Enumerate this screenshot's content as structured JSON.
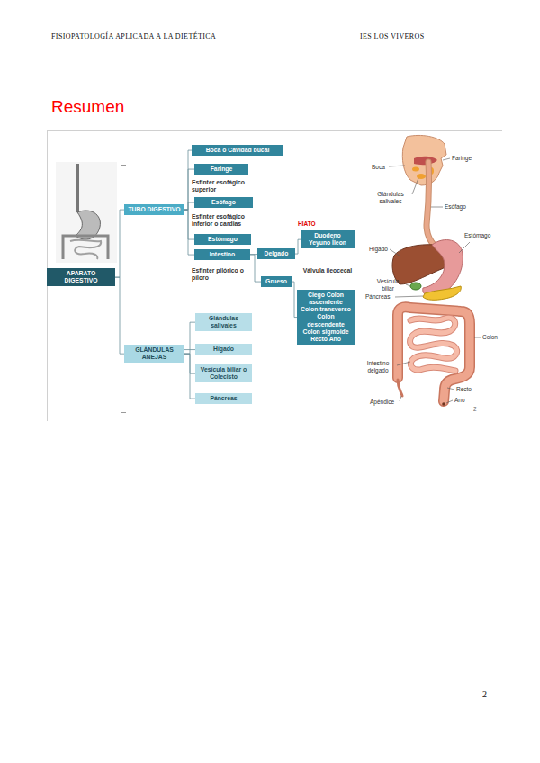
{
  "diagram": {
    "title": "Resumen",
    "nodes": [
      {
        "text": [
          "APARATO DIGESTIVO"
        ]
      },
      {
        "text": [
          "TUBO DIGESTIVO"
        ]
      },
      {
        "text": [
          "Boca o Cavidad bucal"
        ]
      },
      {
        "text": [
          "Faringe"
        ]
      },
      {
        "text": [
          "Esófago"
        ]
      },
      {
        "text": [
          "Estómago"
        ]
      },
      {
        "text": [
          "Intestino"
        ]
      },
      {
        "text": [
          "Delgado"
        ]
      },
      {
        "text": [
          "Grueso"
        ]
      },
      {
        "text": [
          "Duodeno Yeyuno Íleon"
        ]
      },
      {
        "text": [
          "Ciego Colon ascendente Colon transverso Colon descendente Colon sigmoide Recto Ano"
        ]
      },
      {
        "text": [
          "GLÁNDULAS ANEJAS"
        ]
      },
      {
        "text": [
          "Glándulas salivales"
        ]
      },
      {
        "text": [
          "Hígado"
        ]
      },
      {
        "text": [
          "Vesícula biliar o Colecisto"
        ]
      },
      {
        "text": [
          "Páncreas"
        ]
      }
    ],
    "edges": [
      {
        "from": 0,
        "to": 1,
        "arrow": "none"
      },
      {
        "from": 0,
        "to": 11,
        "arrow": "none"
      },
      {
        "from": 1,
        "to": 2,
        "arrow": "none"
      },
      {
        "from": 1,
        "to": 3,
        "arrow": "none"
      },
      {
        "from": 1,
        "to": 4,
        "arrow": "none"
      },
      {
        "from": 1,
        "to": 5,
        "arrow": "none"
      },
      {
        "from": 1,
        "to": 6,
        "arrow": "none"
      },
      {
        "from": 6,
        "to": 7,
        "arrow": "none"
      },
      {
        "from": 6,
        "to": 8,
        "arrow": "none"
      },
      {
        "from": 7,
        "to": 9,
        "arrow": "none"
      },
      {
        "from": 8,
        "to": 10,
        "arrow": "none"
      },
      {
        "from": 11,
        "to": 12,
        "arrow": "none"
      },
      {
        "from": 11,
        "to": 13,
        "arrow": "none"
      },
      {
        "from": 11,
        "to": 14,
        "arrow": "none"
      },
      {
        "from": 11,
        "to": 15,
        "arrow": "none"
      }
    ],
    "labels": [
      "FISIOPATOLOGÍA APLICADA A LA DIETÉTICA",
      "IES LOS VIVEROS",
      "Esfínter esofágico superior",
      "Esfínter esofágico inferior o cardias",
      "HIATO",
      "Esfínter pilórico o píloro",
      "Válvula ileocecal",
      "Boca",
      "Faringe",
      "Glándulas salivales",
      "Esófago",
      "Hígado",
      "Estómago",
      "Vesícula biliar",
      "Páncreas",
      "Colon",
      "Intestino delgado",
      "Recto",
      "Apéndice",
      "Ano",
      "2",
      "2"
    ]
  }
}
